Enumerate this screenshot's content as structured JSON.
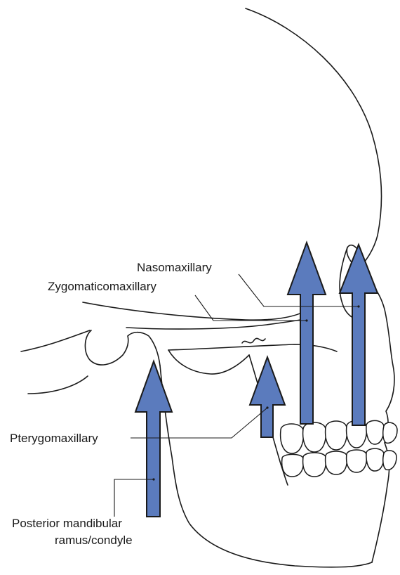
{
  "labels": {
    "nasomaxillary": "Nasomaxillary",
    "zygomaticomaxillary": "Zygomaticomaxillary",
    "pterygomaxillary": "Pterygomaxillary",
    "posterior_line1": "Posterior mandibular",
    "posterior_line2": "ramus/condyle"
  },
  "colors": {
    "arrow_fill": "#5b7bbd",
    "arrow_stroke": "#1a1a1a",
    "outline": "#1a1a1a"
  }
}
